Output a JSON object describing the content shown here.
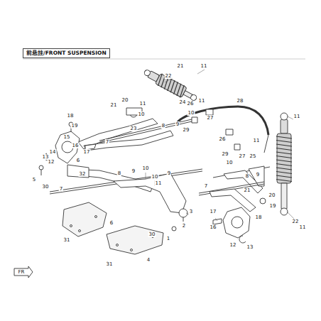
{
  "diagram": {
    "title": "前悬挂/FRONT SUSPENSION",
    "labels": [
      "22",
      "21",
      "11",
      "24",
      "11",
      "20",
      "21",
      "11",
      "10",
      "18",
      "19",
      "15",
      "9",
      "8",
      "23",
      "7",
      "16",
      "17",
      "14",
      "13",
      "12",
      "5",
      "30",
      "6",
      "32",
      "7",
      "8",
      "9",
      "10",
      "10",
      "9",
      "11",
      "3",
      "2",
      "1",
      "6",
      "30",
      "4",
      "31",
      "31",
      "10",
      "26",
      "29",
      "27",
      "28",
      "11",
      "26",
      "29",
      "27",
      "25",
      "11",
      "7",
      "10",
      "8",
      "9",
      "21",
      "20",
      "19",
      "18",
      "17",
      "16",
      "12",
      "13",
      "22",
      "11",
      "FR"
    ]
  }
}
